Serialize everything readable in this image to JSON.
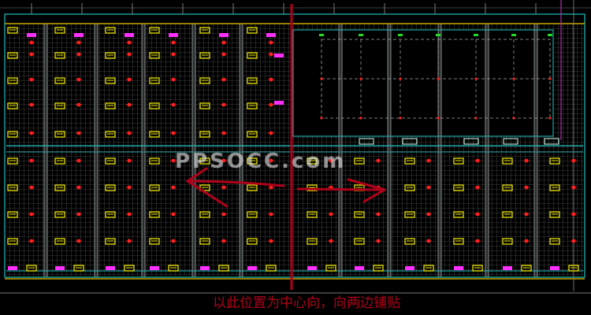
{
  "drawing": {
    "caption": "以此位置为中心向，向两边铺贴",
    "watermark": "PPSOCC.com",
    "colors": {
      "background": "#000000",
      "grid": "#8a8a8a",
      "panel_line": "#9aa7a7",
      "border_cyan": "#1fbfbf",
      "border_yellow": "#c8a600",
      "fixture": "#e8e000",
      "marker_red": "#ff2020",
      "fixture_magenta": "#ff30ff",
      "annotation_red": "#b0001a",
      "room_dash": "#a8a8a8",
      "room_marker": "#22dd22"
    },
    "icons": [
      "left-arrow-icon",
      "right-arrow-icon",
      "center-line"
    ]
  }
}
